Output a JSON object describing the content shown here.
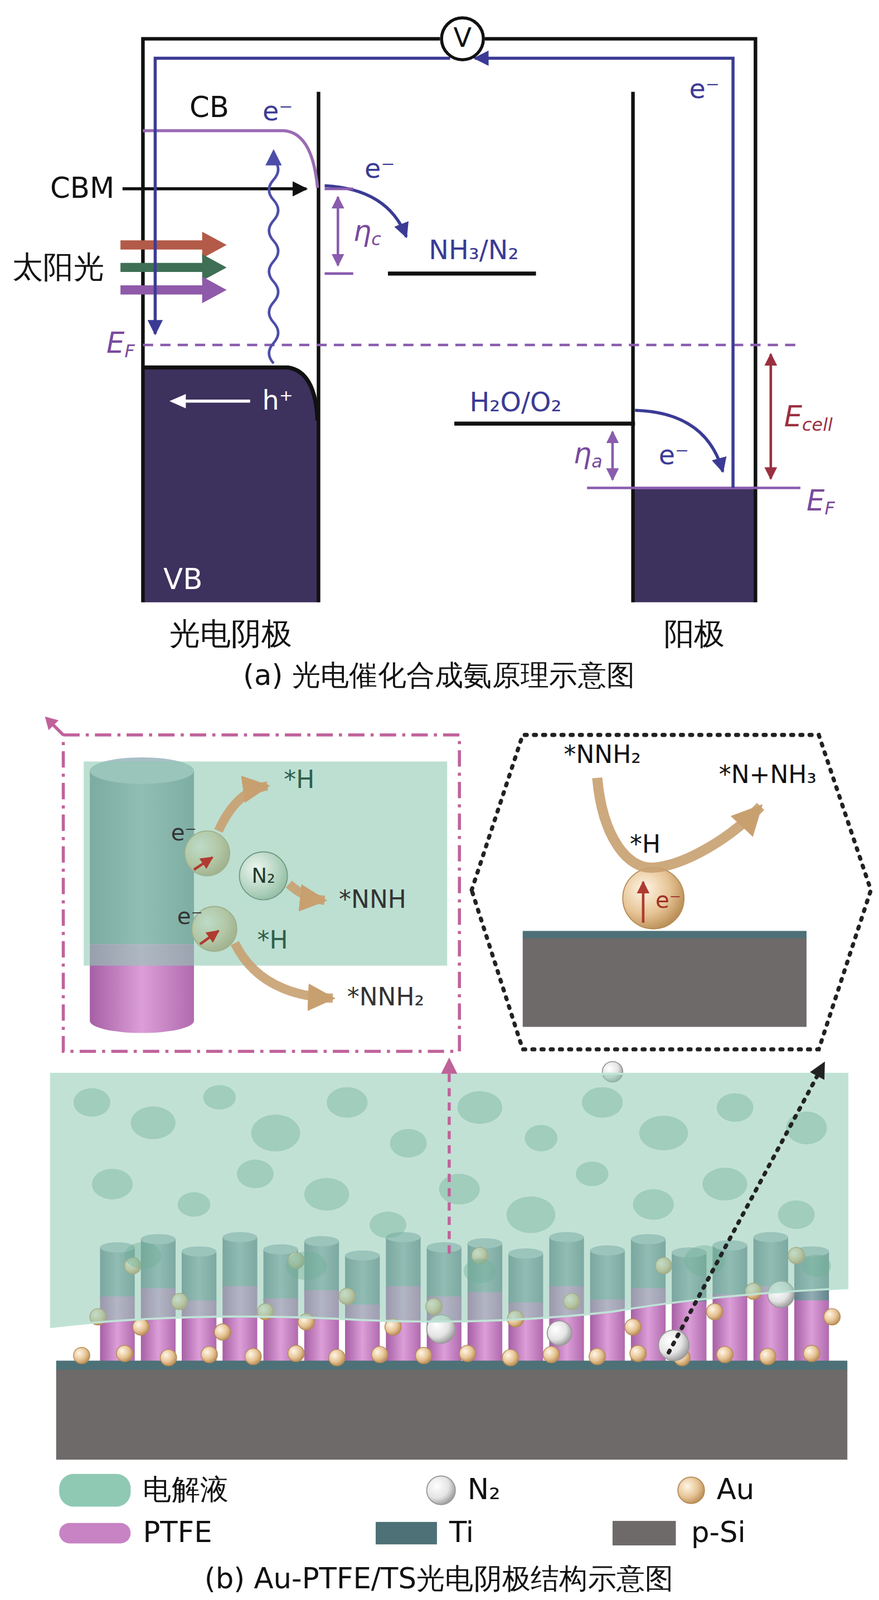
{
  "diagram": {
    "nodes": [
      {
        "text": [
          "V"
        ]
      },
      {
        "text": [
          "光电阴极"
        ]
      },
      {
        "text": [
          "阳极"
        ]
      },
      {
        "text": [
          "N₂"
        ]
      }
    ],
    "edges": [
      {
        "from": 2,
        "to": 0,
        "arrow": "to",
        "label": "e⁻"
      },
      {
        "from": 0,
        "to": 1,
        "arrow": "to"
      }
    ],
    "labels": [
      "CB",
      "e⁻",
      "CBM",
      "太阳光",
      "e⁻",
      "ηc",
      "NH₃/N₂",
      "EF",
      "h⁺",
      "H₂O/O₂",
      "e⁻",
      "ηa",
      "Ecell",
      "EF",
      "VB",
      "(a) 光电催化合成氨原理示意图",
      "*H",
      "e⁻",
      "*NNH",
      "e⁻",
      "*H",
      "*NNH₂",
      "*NNH₂",
      "*N+NH₃",
      "*H",
      "e⁻",
      "(b) Au-PTFE/TS光电阴极结构示意图"
    ],
    "legend": [
      {
        "text": "电解液",
        "color": "#8fc9b3"
      },
      {
        "text": "N₂"
      },
      {
        "text": "Au"
      },
      {
        "text": "PTFE",
        "color": "#c783c4"
      },
      {
        "text": "Ti",
        "color": "#4d7177"
      },
      {
        "text": "p-Si",
        "color": "#6e6a69"
      }
    ]
  }
}
